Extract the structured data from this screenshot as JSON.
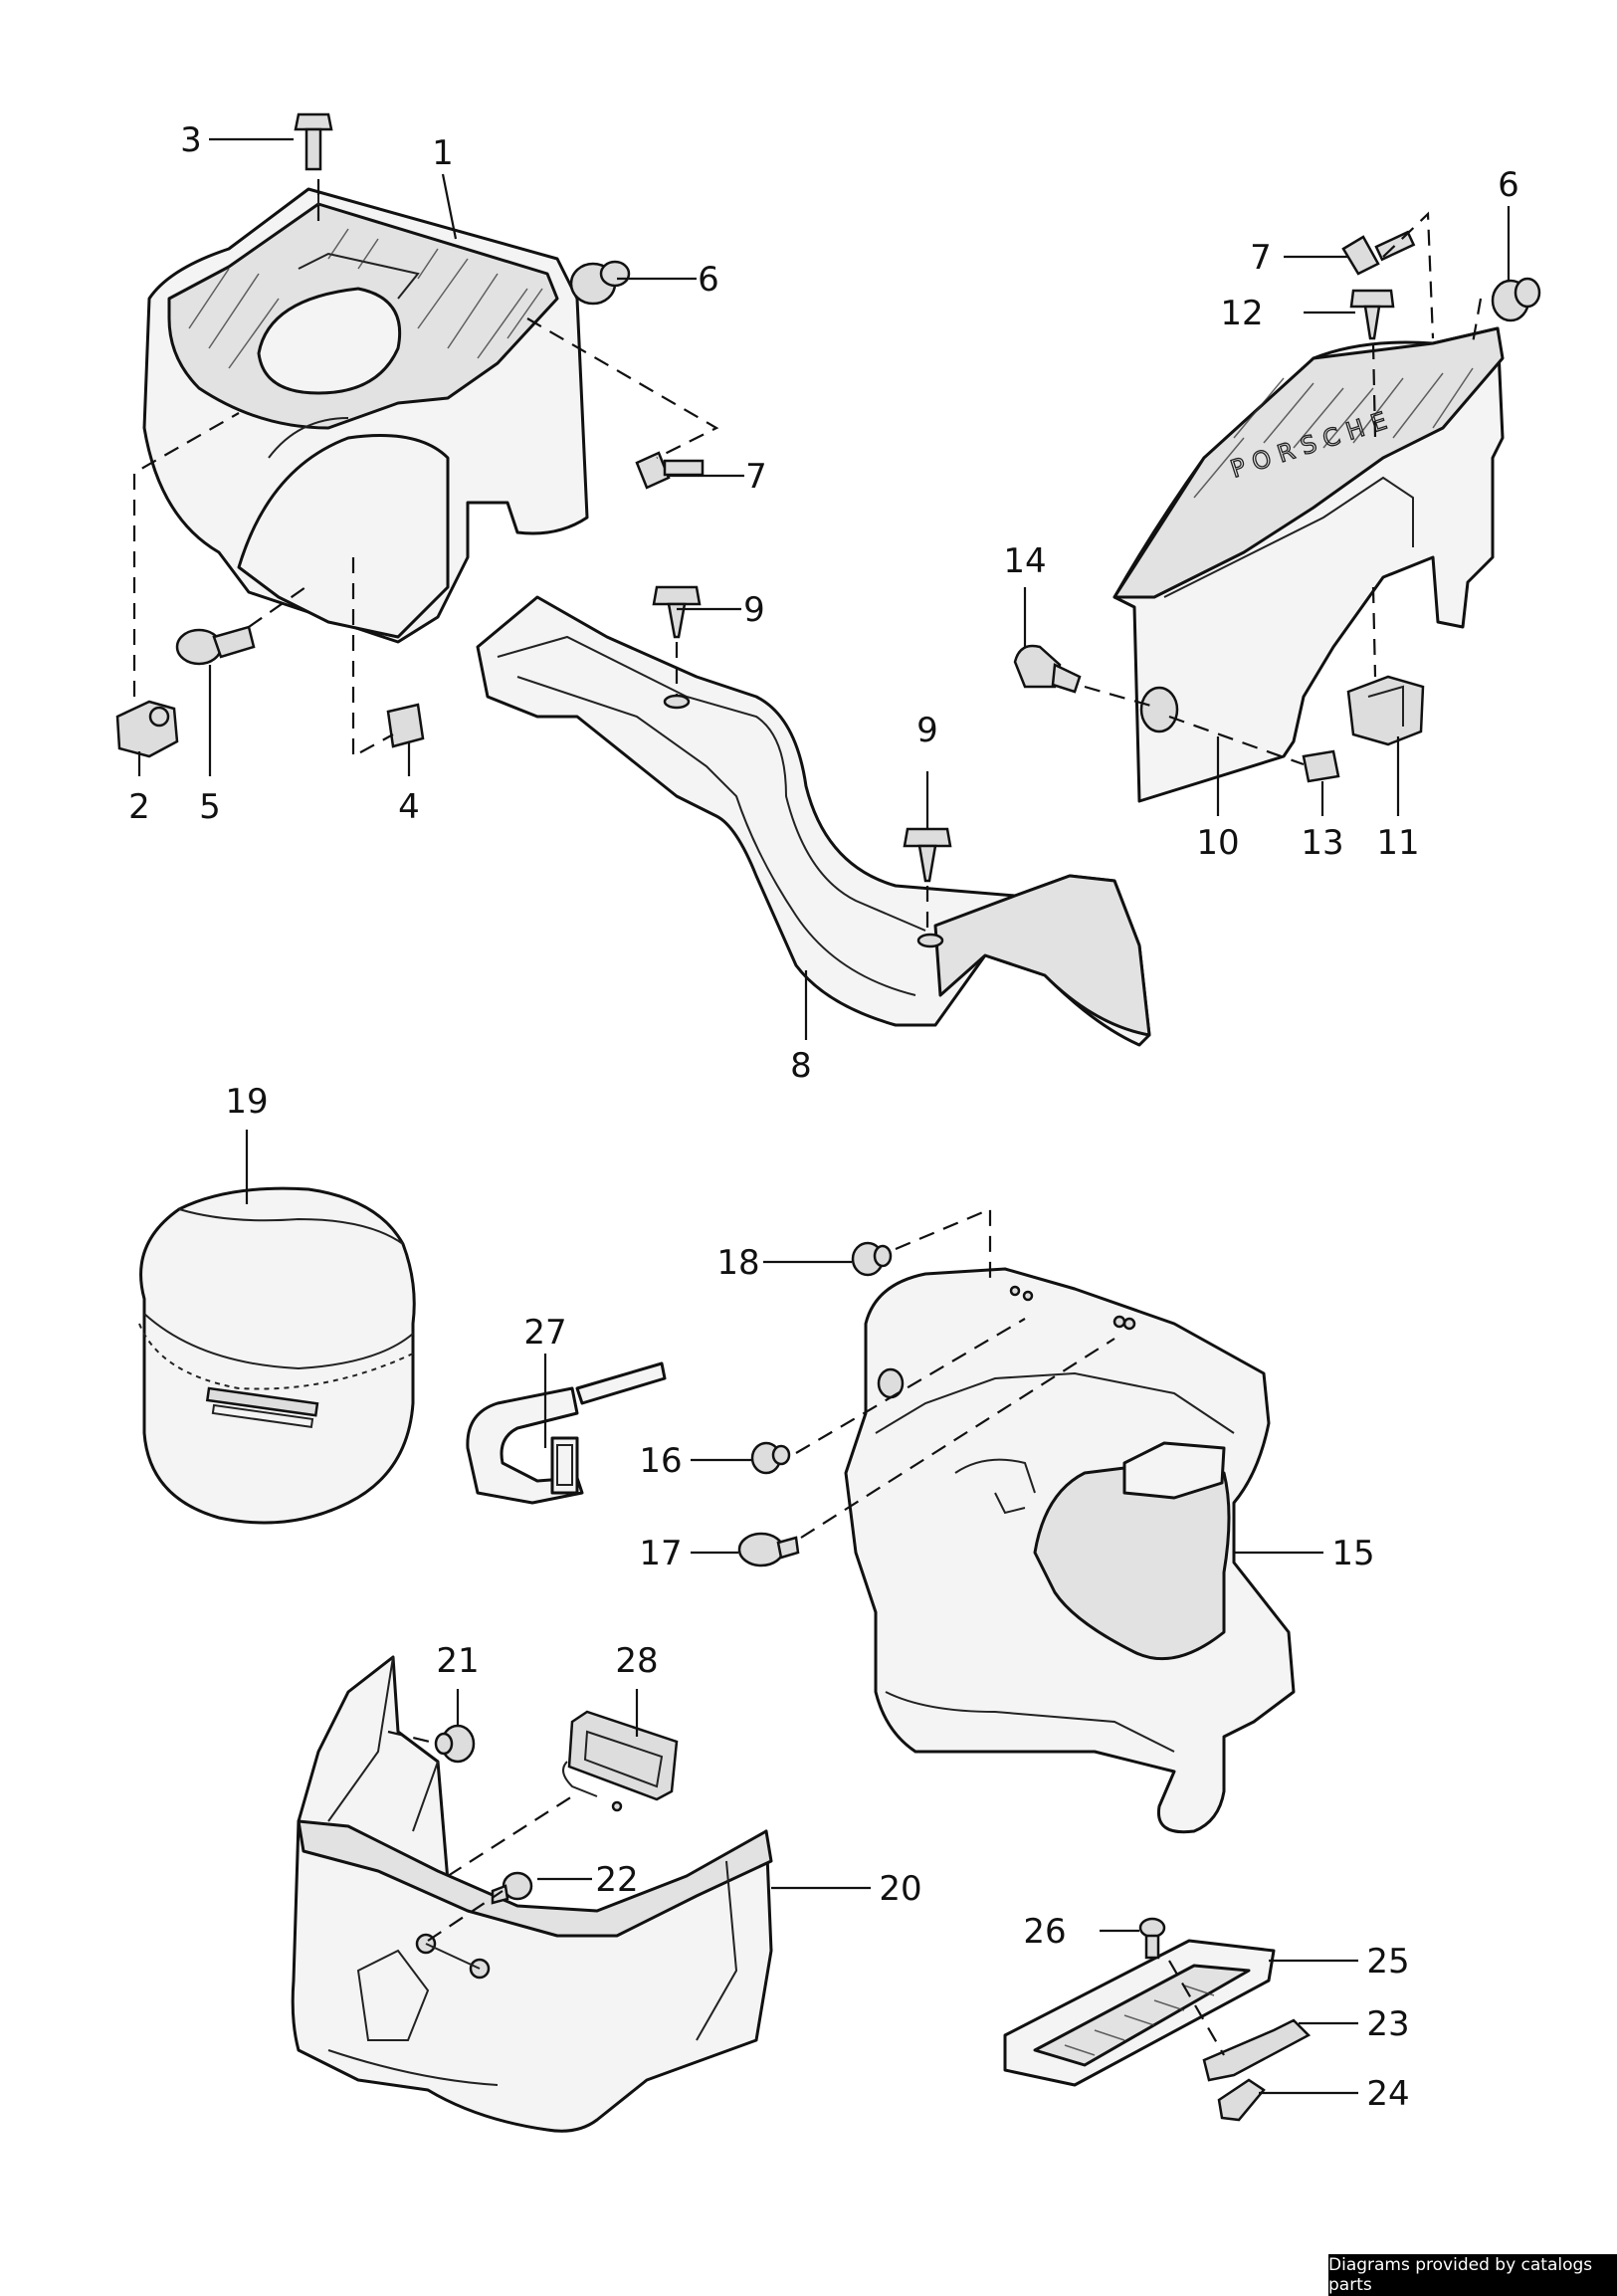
{
  "callouts": {
    "c1": "1",
    "c2": "2",
    "c3": "3",
    "c4": "4",
    "c5": "5",
    "c6a": "6",
    "c6b": "6",
    "c7a": "7",
    "c7b": "7",
    "c8": "8",
    "c9a": "9",
    "c9b": "9",
    "c10": "10",
    "c11": "11",
    "c12": "12",
    "c13": "13",
    "c14": "14",
    "c15": "15",
    "c16": "16",
    "c17": "17",
    "c18": "18",
    "c19": "19",
    "c20": "20",
    "c21": "21",
    "c22": "22",
    "c23": "23",
    "c24": "24",
    "c25": "25",
    "c26": "26",
    "c27": "27",
    "c28": "28"
  },
  "footer": {
    "credit": "Diagrams provided by catalogs parts"
  },
  "colors": {
    "ink": "#111111",
    "fill": "#f4f4f4",
    "footer_bg": "#000000"
  }
}
